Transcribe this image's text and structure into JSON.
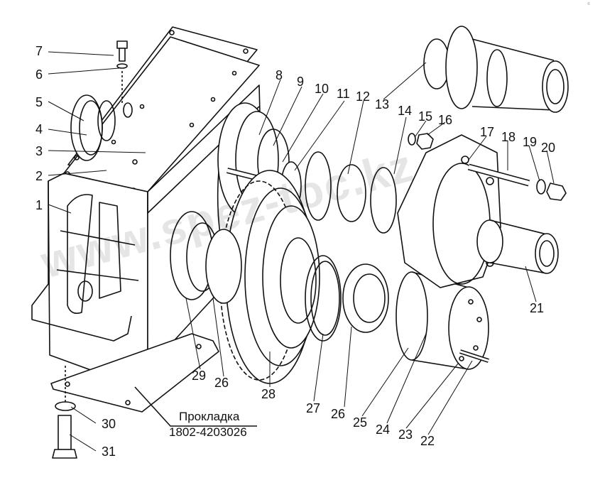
{
  "callouts": [
    {
      "id": "7",
      "text": "7"
    },
    {
      "id": "6",
      "text": "6"
    },
    {
      "id": "5",
      "text": "5"
    },
    {
      "id": "4",
      "text": "4"
    },
    {
      "id": "3",
      "text": "3"
    },
    {
      "id": "2",
      "text": "2"
    },
    {
      "id": "1",
      "text": "1"
    },
    {
      "id": "8",
      "text": "8"
    },
    {
      "id": "9",
      "text": "9"
    },
    {
      "id": "10",
      "text": "10"
    },
    {
      "id": "11",
      "text": "11"
    },
    {
      "id": "12",
      "text": "12"
    },
    {
      "id": "13",
      "text": "13"
    },
    {
      "id": "14",
      "text": "14"
    },
    {
      "id": "15",
      "text": "15"
    },
    {
      "id": "16",
      "text": "16"
    },
    {
      "id": "17",
      "text": "17"
    },
    {
      "id": "18",
      "text": "18"
    },
    {
      "id": "19",
      "text": "19"
    },
    {
      "id": "20",
      "text": "20"
    },
    {
      "id": "21",
      "text": "21"
    },
    {
      "id": "22",
      "text": "22"
    },
    {
      "id": "23",
      "text": "23"
    },
    {
      "id": "24",
      "text": "24"
    },
    {
      "id": "25",
      "text": "25"
    },
    {
      "id": "26a",
      "text": "26"
    },
    {
      "id": "27",
      "text": "27"
    },
    {
      "id": "28",
      "text": "28"
    },
    {
      "id": "26b",
      "text": "26"
    },
    {
      "id": "29",
      "text": "29"
    },
    {
      "id": "30",
      "text": "30"
    },
    {
      "id": "31",
      "text": "31"
    }
  ],
  "caption": {
    "line1": "Прокладка",
    "line2": "1802-4203026"
  },
  "watermark": "www.spez-toc.kz",
  "corner_mark": "©"
}
